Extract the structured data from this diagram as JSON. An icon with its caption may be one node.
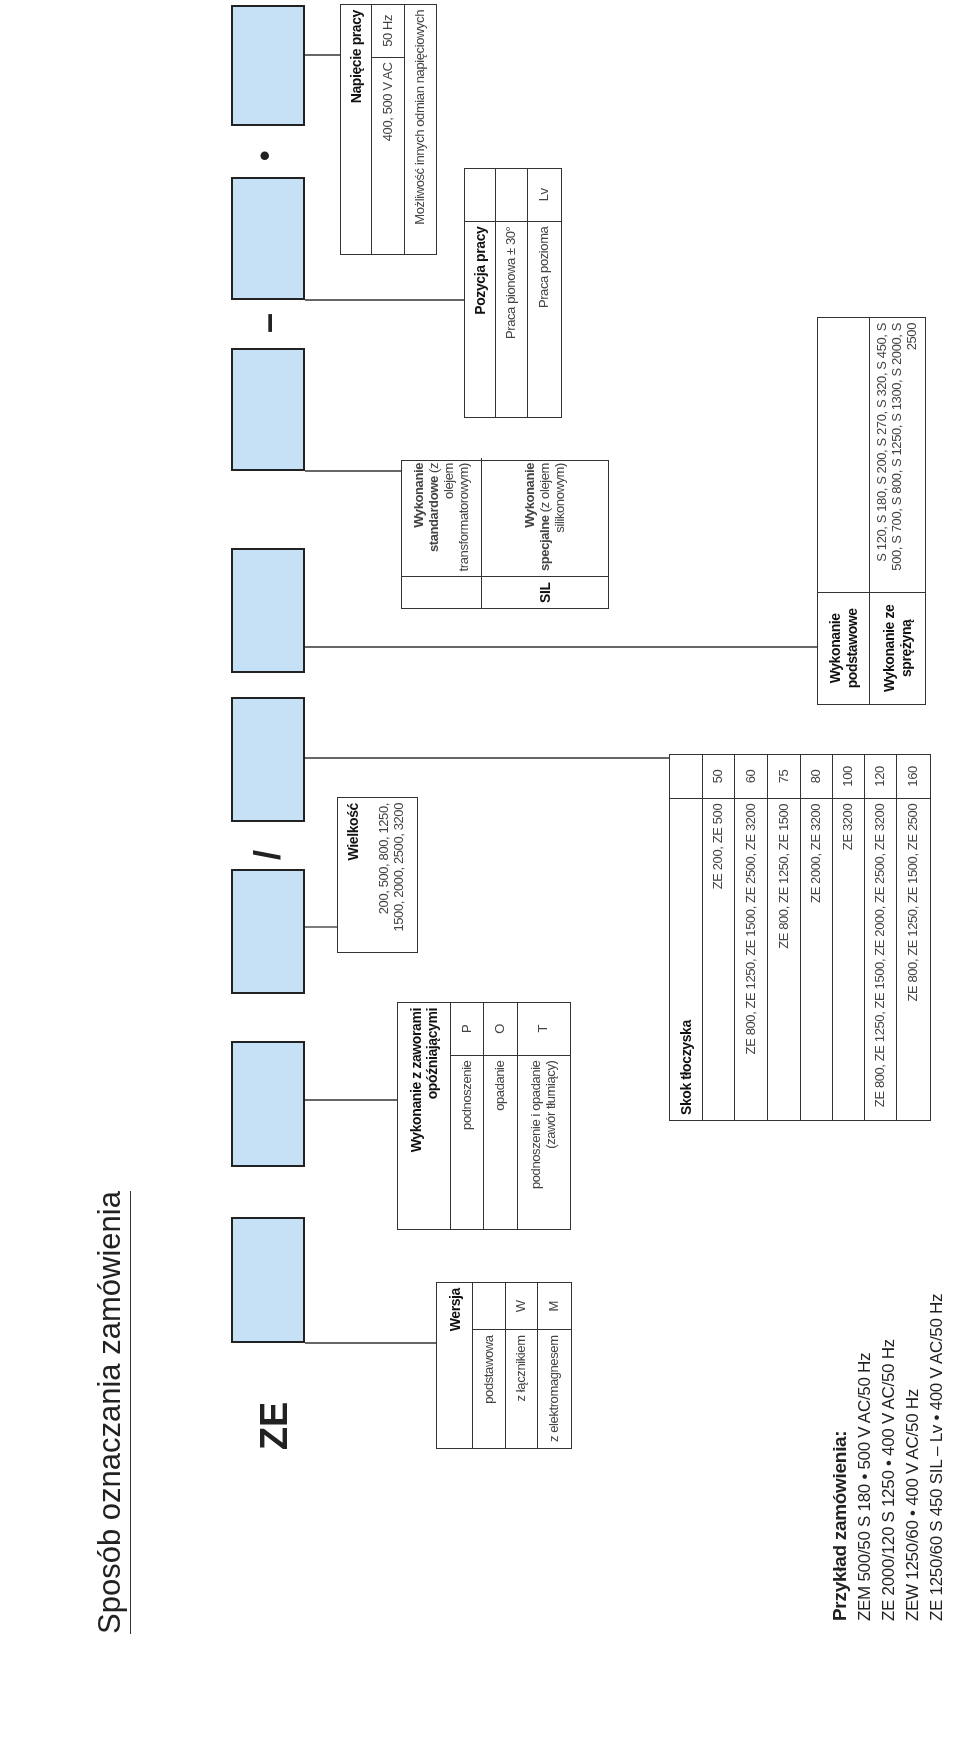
{
  "diagram": {
    "title": "Sposób oznaczania zamówienia",
    "nodes": [
      {
        "text": [],
        "shape": "box"
      },
      {
        "text": [],
        "shape": "box"
      },
      {
        "text": [],
        "shape": "box"
      },
      {
        "text": [],
        "shape": "box"
      },
      {
        "text": [],
        "shape": "box"
      },
      {
        "text": [],
        "shape": "box"
      },
      {
        "text": [],
        "shape": "box"
      },
      {
        "text": [],
        "shape": "box"
      },
      {
        "text": [
          "Wersja",
          "podstawowa",
          "z łącznikiem",
          "W",
          "z elektromagnesem",
          "M"
        ]
      },
      {
        "text": [
          "Wykonanie z zaworami opóźniającymi",
          "podnoszenie",
          "P",
          "opadanie",
          "O",
          "podnoszenie i opadanie (zawór tłumiący)",
          "T"
        ]
      },
      {
        "text": [
          "Wielkość",
          "200, 500, 800, 1250, 1500, 2000, 2500, 3200"
        ]
      },
      {
        "text": [
          "Skok tłoczyska",
          "ZE 200, ZE 500",
          "50",
          "ZE 800, ZE 1250, ZE 1500, ZE 2500, ZE 3200",
          "60",
          "ZE 800, ZE 1250, ZE 1500",
          "75",
          "ZE 2000, ZE 3200",
          "80",
          "ZE 3200",
          "100",
          "ZE 800, ZE 1250, ZE 1500, ZE 2000, ZE 2500, ZE 3200",
          "120",
          "ZE 800, ZE 1250, ZE 1500, ZE 2500",
          "160"
        ]
      },
      {
        "text": [
          "Wykonanie podstawowe",
          "Wykonanie ze sprężyną",
          "S 120, S 180, S 200, S 270, S 320, S 450, S 500, S 700, S 800, S 1250, S 1300, S 2000, S 2500"
        ]
      },
      {
        "text": [
          "**Wykonanie standardowe** (z olejem transformatorowym)",
          "SIL",
          "**Wykonanie specjalne** (z olejem silikonowym)"
        ]
      },
      {
        "text": [
          "Pozycja pracy",
          "Praca pionowa ± 30°",
          "Praca pozioma",
          "Lv"
        ]
      },
      {
        "text": [
          "Napięcie pracy",
          "400, 500 V AC",
          "50 Hz",
          "Możliwość innych odmian napięciowych"
        ]
      }
    ],
    "edges": [
      {
        "from": 0,
        "to": 8,
        "arrow": "none"
      },
      {
        "from": 1,
        "to": 9,
        "arrow": "none"
      },
      {
        "from": 2,
        "to": 10,
        "arrow": "none"
      },
      {
        "from": 3,
        "to": 11,
        "arrow": "none"
      },
      {
        "from": 4,
        "to": 12,
        "arrow": "none"
      },
      {
        "from": 5,
        "to": 13,
        "arrow": "none"
      },
      {
        "from": 6,
        "to": 14,
        "arrow": "none"
      },
      {
        "from": 7,
        "to": 15,
        "arrow": "none"
      }
    ],
    "labels": [
      "ZE",
      "/",
      "–",
      "•",
      "Przykład zamówienia:",
      "ZEM 500/50 S 180 • 500 V AC/50 Hz",
      "ZE 2000/120 S 1250 • 400 V AC/50 Hz",
      "ZEW 1250/60 • 400 V AC/50 Hz",
      "ZE 1250/60 S 450 SIL – Lv • 400 V AC/50 Hz"
    ]
  }
}
